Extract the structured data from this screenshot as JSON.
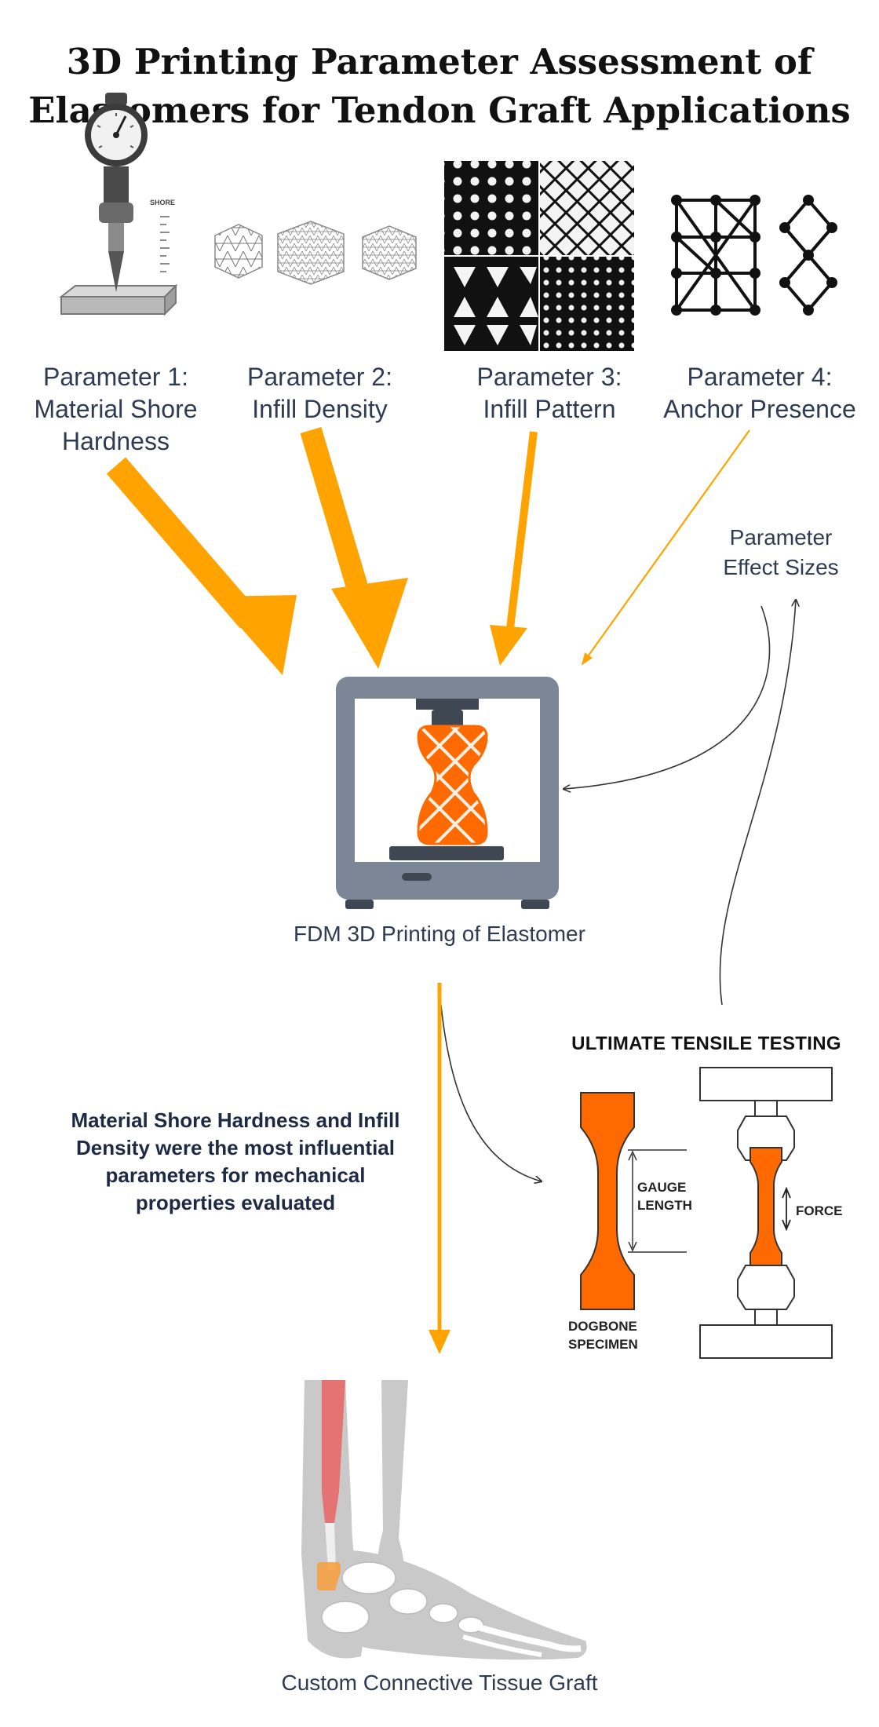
{
  "title_line1": "3D Printing Parameter Assessment of",
  "title_line2": "Elastomers for Tendon Graft Applications",
  "parameters": [
    {
      "line1": "Parameter 1:",
      "line2": "Material Shore",
      "line3": "Hardness"
    },
    {
      "line1": "Parameter 2:",
      "line2": "Infill Density"
    },
    {
      "line1": "Parameter 3:",
      "line2": "Infill Pattern"
    },
    {
      "line1": "Parameter 4:",
      "line2": "Anchor Presence"
    }
  ],
  "shore_gauge_label": "SHORE",
  "effect_sizes": {
    "line1": "Parameter",
    "line2": "Effect Sizes"
  },
  "printer_caption": "FDM 3D Printing of Elastomer",
  "finding": {
    "line1": "Material Shore Hardness and Infill",
    "line2": "Density were the most influential",
    "line3": "parameters for mechanical",
    "line4": "properties evaluated"
  },
  "tensile": {
    "title": "ULTIMATE TENSILE TESTING",
    "gauge_line1": "GAUGE",
    "gauge_line2": "LENGTH",
    "force": "FORCE",
    "dogbone_line1": "DOGBONE",
    "dogbone_line2": "SPECIMEN"
  },
  "graft_caption": "Custom Connective Tissue Graft",
  "colors": {
    "arrow_orange": "#ffa300",
    "specimen_orange": "#ff6a00",
    "printer_gray": "#7b8796",
    "text_navy": "#2f3b52"
  }
}
